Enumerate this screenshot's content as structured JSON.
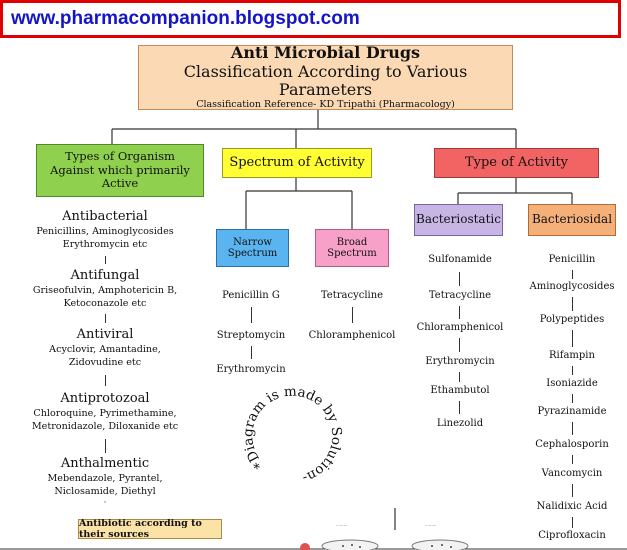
{
  "site_url": "www.pharmacompanion.blogspot.com",
  "header": {
    "title": "Anti Microbial Drugs",
    "subtitle": "Classification According to Various Parameters",
    "reference": "Classification Reference- KD Tripathi (Pharmacology)"
  },
  "organism": {
    "title_line1": "Types of Organism",
    "title_line2": "Against which primarily",
    "title_line3": "Active",
    "groups": [
      {
        "name": "Antibacterial",
        "line1": "Penicillins, Aminoglycosides",
        "line2": "Erythromycin etc"
      },
      {
        "name": "Antifungal",
        "line1": "Griseofulvin, Amphotericin B,",
        "line2": "Ketoconazole etc"
      },
      {
        "name": "Antiviral",
        "line1": "Acyclovir, Amantadine,",
        "line2": "Zidovudine etc"
      },
      {
        "name": "Antiprotozoal",
        "line1": "Chloroquine, Pyrimethamine,",
        "line2": "Metronidazole, Diloxanide etc"
      },
      {
        "name": "Anthalmentic",
        "line1": "Mebendazole, Pyrantel,",
        "line2": "Niclosamide, Diethyl"
      }
    ]
  },
  "spectrum": {
    "title": "Spectrum of Activity",
    "narrow": {
      "line1": "Narrow",
      "line2": "Spectrum",
      "drugs": [
        "Penicillin G",
        "Streptomycin",
        "Erythromycin"
      ]
    },
    "broad": {
      "line1": "Broad",
      "line2": "Spectrum",
      "drugs": [
        "Tetracycline",
        "Chloramphenicol"
      ]
    }
  },
  "activity": {
    "title": "Type of Activity",
    "bacteriostatic": {
      "label": "Bacteriostatic",
      "drugs": [
        "Sulfonamide",
        "Tetracycline",
        "Chloramphenicol",
        "Erythromycin",
        "Ethambutol",
        "Linezolid"
      ]
    },
    "bacteriosidal": {
      "label": "Bacteriosidal",
      "drugs": [
        "Penicillin",
        "Aminoglycosides",
        "Polypeptides",
        "Rifampin",
        "Isoniazide",
        "Pyrazinamide",
        "Cephalosporin",
        "Vancomycin",
        "Nalidixic Acid",
        "Ciprofloxacin"
      ]
    }
  },
  "watermark": "*Diagram is made by Solution-Pharmacy*",
  "source_note": "Antibiotic according to their sources",
  "colors": {
    "header_fill": "#fbd9b4",
    "organism_fill": "#8fd14f",
    "spectrum_fill": "#ffff33",
    "activity_fill": "#f26464",
    "narrow_fill": "#5ab4f0",
    "broad_fill": "#f7a0c8",
    "bacteriostatic_fill": "#c7b6e4",
    "bacteriosidal_fill": "#f5b07a",
    "url_color": "#1515c8",
    "banner_border": "#e00000"
  }
}
